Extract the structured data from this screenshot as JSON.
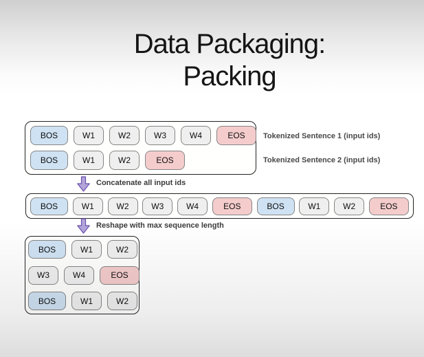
{
  "title": {
    "line1": "Data Packaging:",
    "line2": "Packing"
  },
  "colors": {
    "bos": "#cfe2f3",
    "word": "#efefef",
    "eos": "#f4cccc",
    "arrow-fill": "#b3a4d9",
    "arrow-stroke": "#6a4fae"
  },
  "top_block": {
    "rows": [
      {
        "tokens": [
          {
            "text": "BOS",
            "type": "bos"
          },
          {
            "text": "W1",
            "type": "word"
          },
          {
            "text": "W2",
            "type": "word"
          },
          {
            "text": "W3",
            "type": "word"
          },
          {
            "text": "W4",
            "type": "word"
          },
          {
            "text": "EOS",
            "type": "eos"
          }
        ]
      },
      {
        "tokens": [
          {
            "text": "BOS",
            "type": "bos"
          },
          {
            "text": "W1",
            "type": "word"
          },
          {
            "text": "W2",
            "type": "word"
          },
          {
            "text": "EOS",
            "type": "eos"
          }
        ]
      }
    ],
    "row_labels": [
      "Tokenized Sentence 1 (input ids)",
      "Tokenized Sentence 2 (input ids)"
    ]
  },
  "steps": [
    {
      "label": "Concatenate all input ids"
    },
    {
      "label": "Reshape with max sequence length"
    }
  ],
  "concat_row": {
    "tokens": [
      {
        "text": "BOS",
        "type": "bos"
      },
      {
        "text": "W1",
        "type": "word"
      },
      {
        "text": "W2",
        "type": "word"
      },
      {
        "text": "W3",
        "type": "word"
      },
      {
        "text": "W4",
        "type": "word"
      },
      {
        "text": "EOS",
        "type": "eos"
      },
      {
        "text": "BOS",
        "type": "bos"
      },
      {
        "text": "W1",
        "type": "word"
      },
      {
        "text": "W2",
        "type": "word"
      },
      {
        "text": "EOS",
        "type": "eos"
      }
    ]
  },
  "reshaped_block": {
    "rows": [
      {
        "tokens": [
          {
            "text": "BOS",
            "type": "bos"
          },
          {
            "text": "W1",
            "type": "word"
          },
          {
            "text": "W2",
            "type": "word"
          }
        ]
      },
      {
        "tokens": [
          {
            "text": "W3",
            "type": "word"
          },
          {
            "text": "W4",
            "type": "word"
          },
          {
            "text": "EOS",
            "type": "eos"
          }
        ]
      },
      {
        "tokens": [
          {
            "text": "BOS",
            "type": "bos"
          },
          {
            "text": "W1",
            "type": "word"
          },
          {
            "text": "W2",
            "type": "word"
          }
        ]
      }
    ]
  }
}
